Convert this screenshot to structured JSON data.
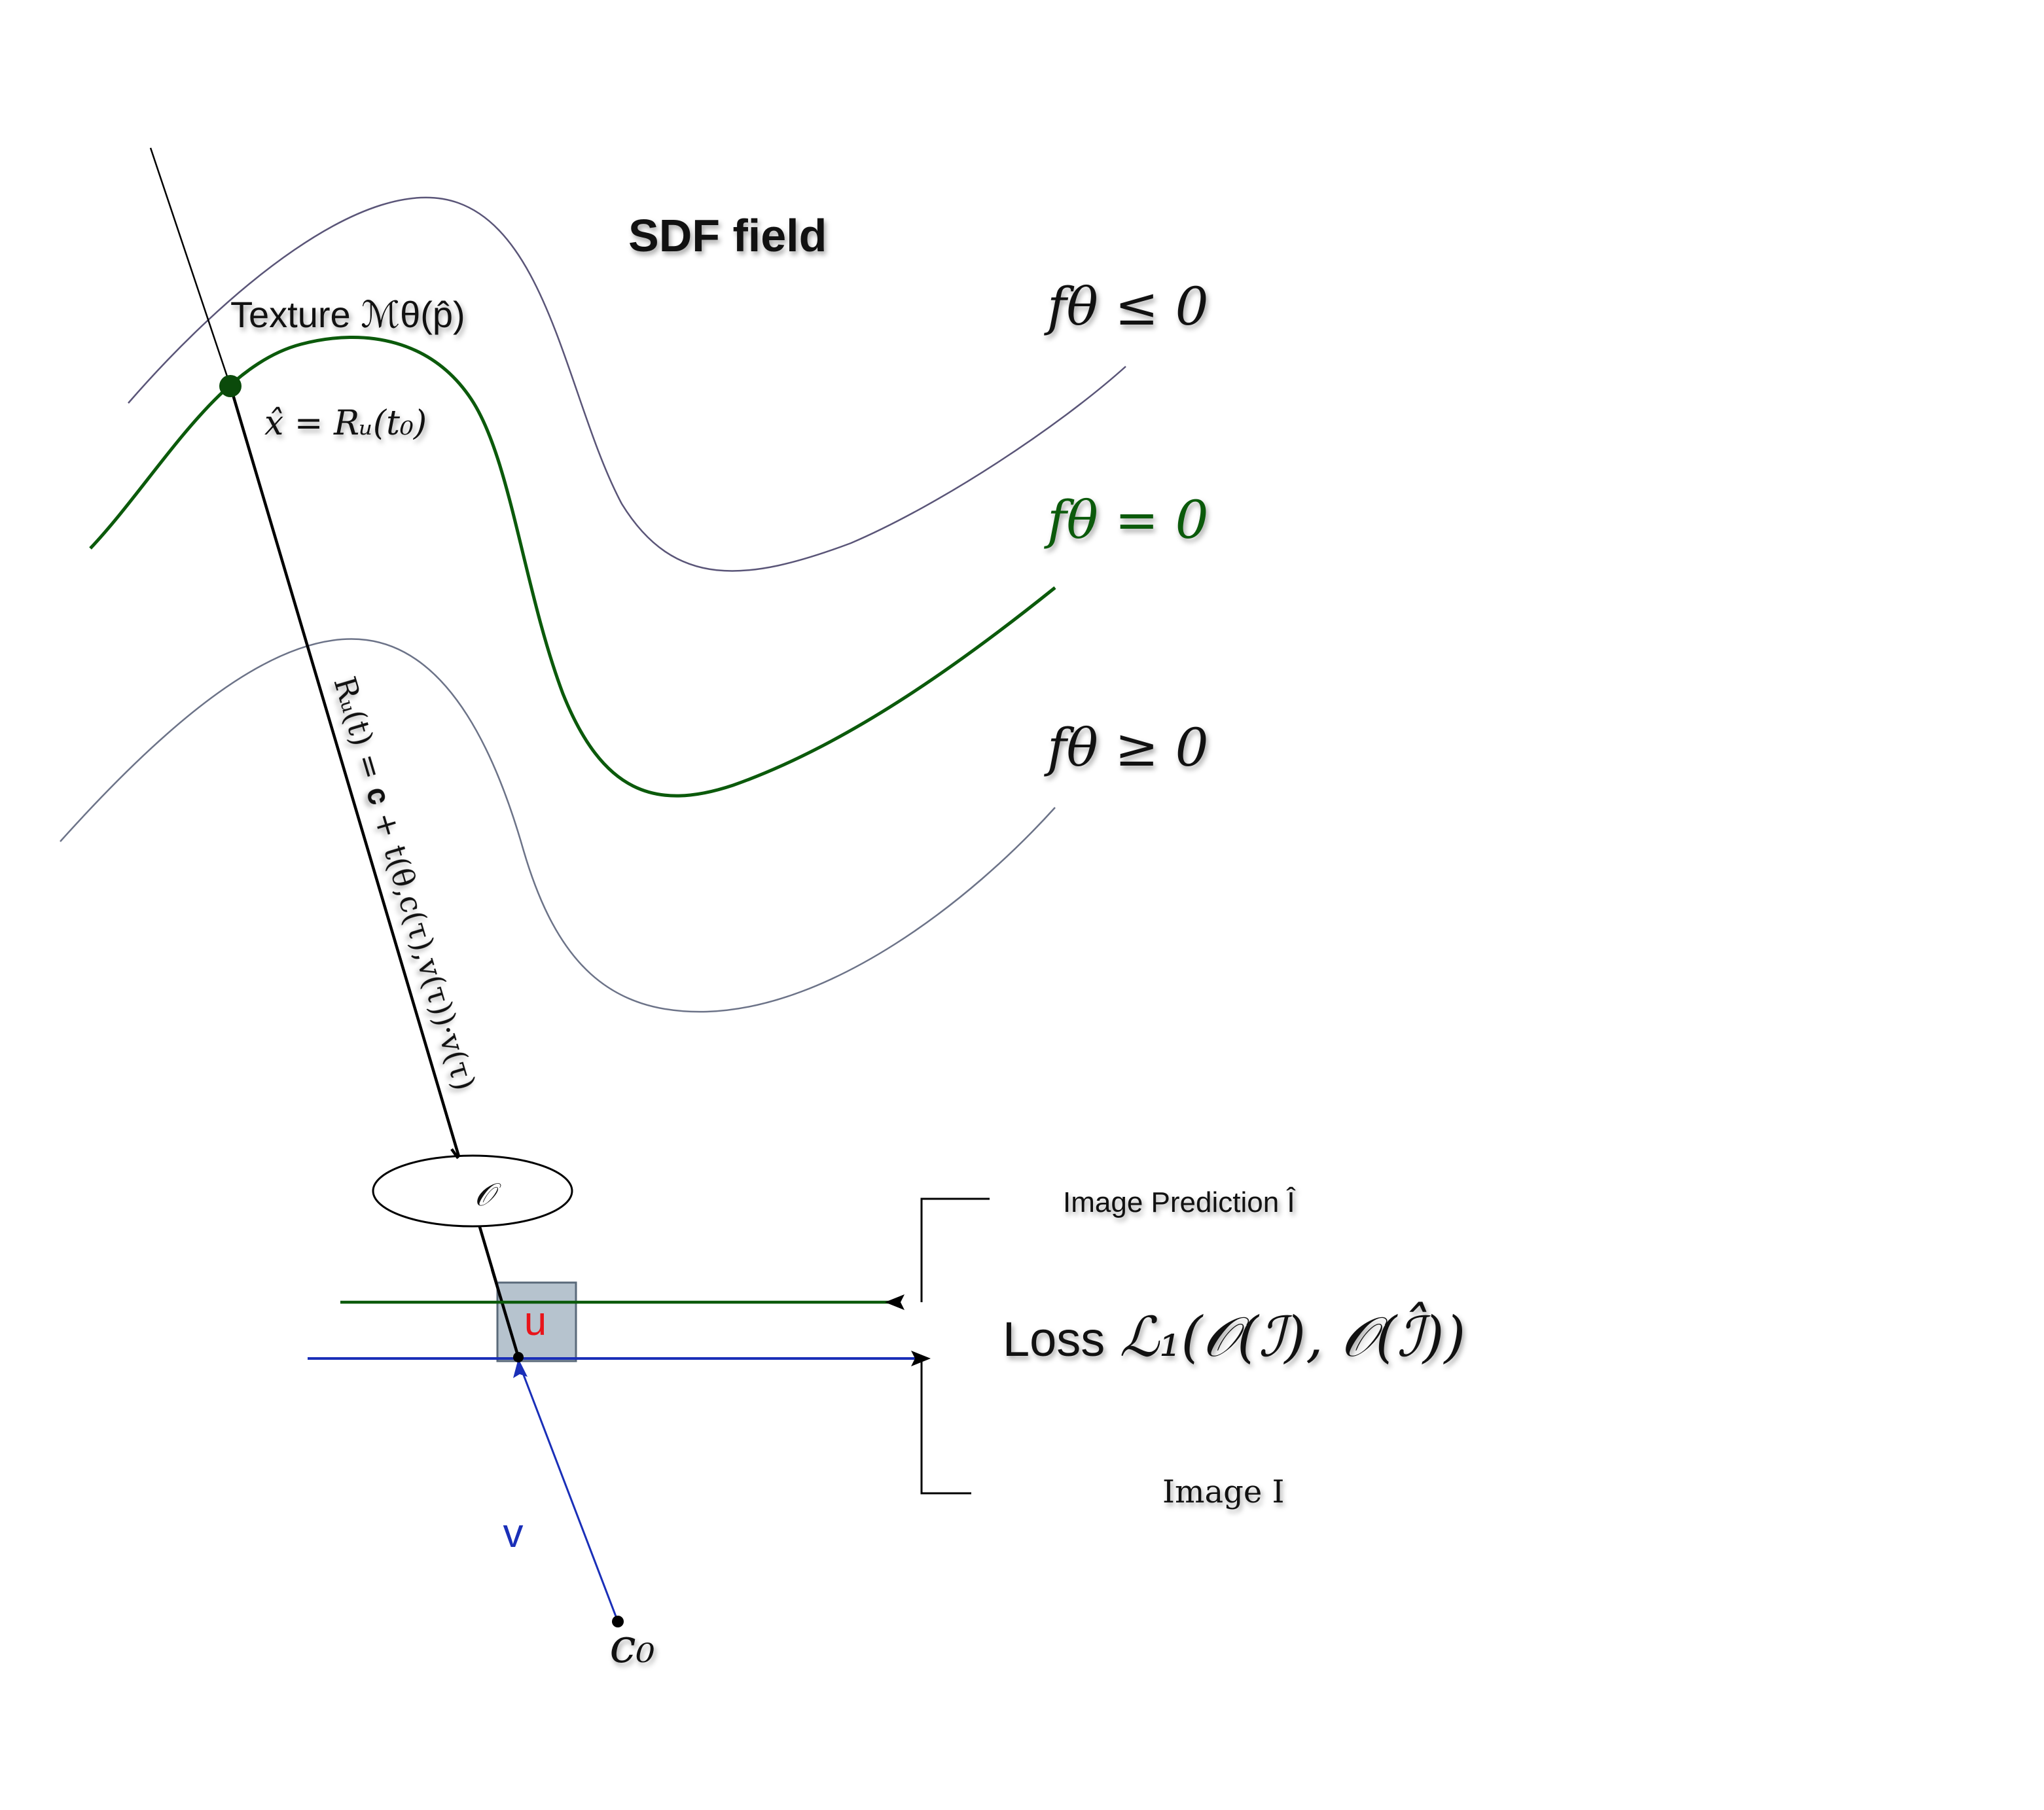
{
  "title": "SDF field",
  "curves": {
    "outer_label": "𝑓θ ≤ 0",
    "surface_label": "𝑓θ = 0",
    "inner_label": "𝑓θ ≥ 0"
  },
  "texture_label": "Texture ℳθ(p̂)",
  "hit_point_label": "x̂ = Rᵤ(t₀)",
  "ray_equation": "Rᵤ(t) = 𝐜 + t(θ,c(τ),v(τ))·v(τ)",
  "operator_label": "𝒪",
  "pixel_label": "u",
  "view_dir_label": "v",
  "camera_label": "c₀",
  "image_prediction_label": "Image Prediction Î",
  "image_label": "Image I",
  "loss": {
    "prefix": "Loss",
    "formula": "ℒ₁(𝒪(ℐ), 𝒪(ℐ̂))"
  },
  "colors": {
    "surface": "#0b5a0b",
    "level_set": "#5a5578",
    "blue": "#1a2fb8",
    "pixel_fill": "#aebdc9",
    "pixel_label": "#e8141a"
  }
}
